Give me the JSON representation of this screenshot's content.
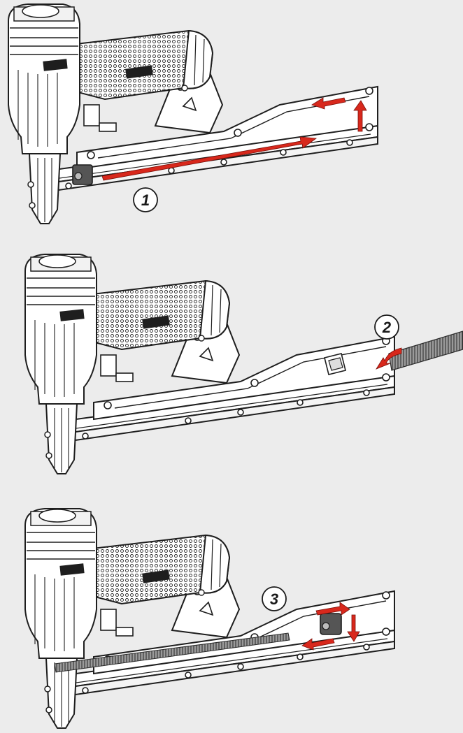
{
  "steps": [
    {
      "number": "1"
    },
    {
      "number": "2"
    },
    {
      "number": "3"
    }
  ],
  "colors": {
    "background": "#ececec",
    "outline": "#1e1e1e",
    "body_fill": "#ffffff",
    "arrow_red": "#d8281c",
    "staple_strip": "#6a6a6a"
  },
  "icons": {
    "tool": "stapler-icon",
    "arrow": "red-arrow-icon",
    "pusher": "pusher-icon",
    "strip": "staple-strip-icon"
  }
}
